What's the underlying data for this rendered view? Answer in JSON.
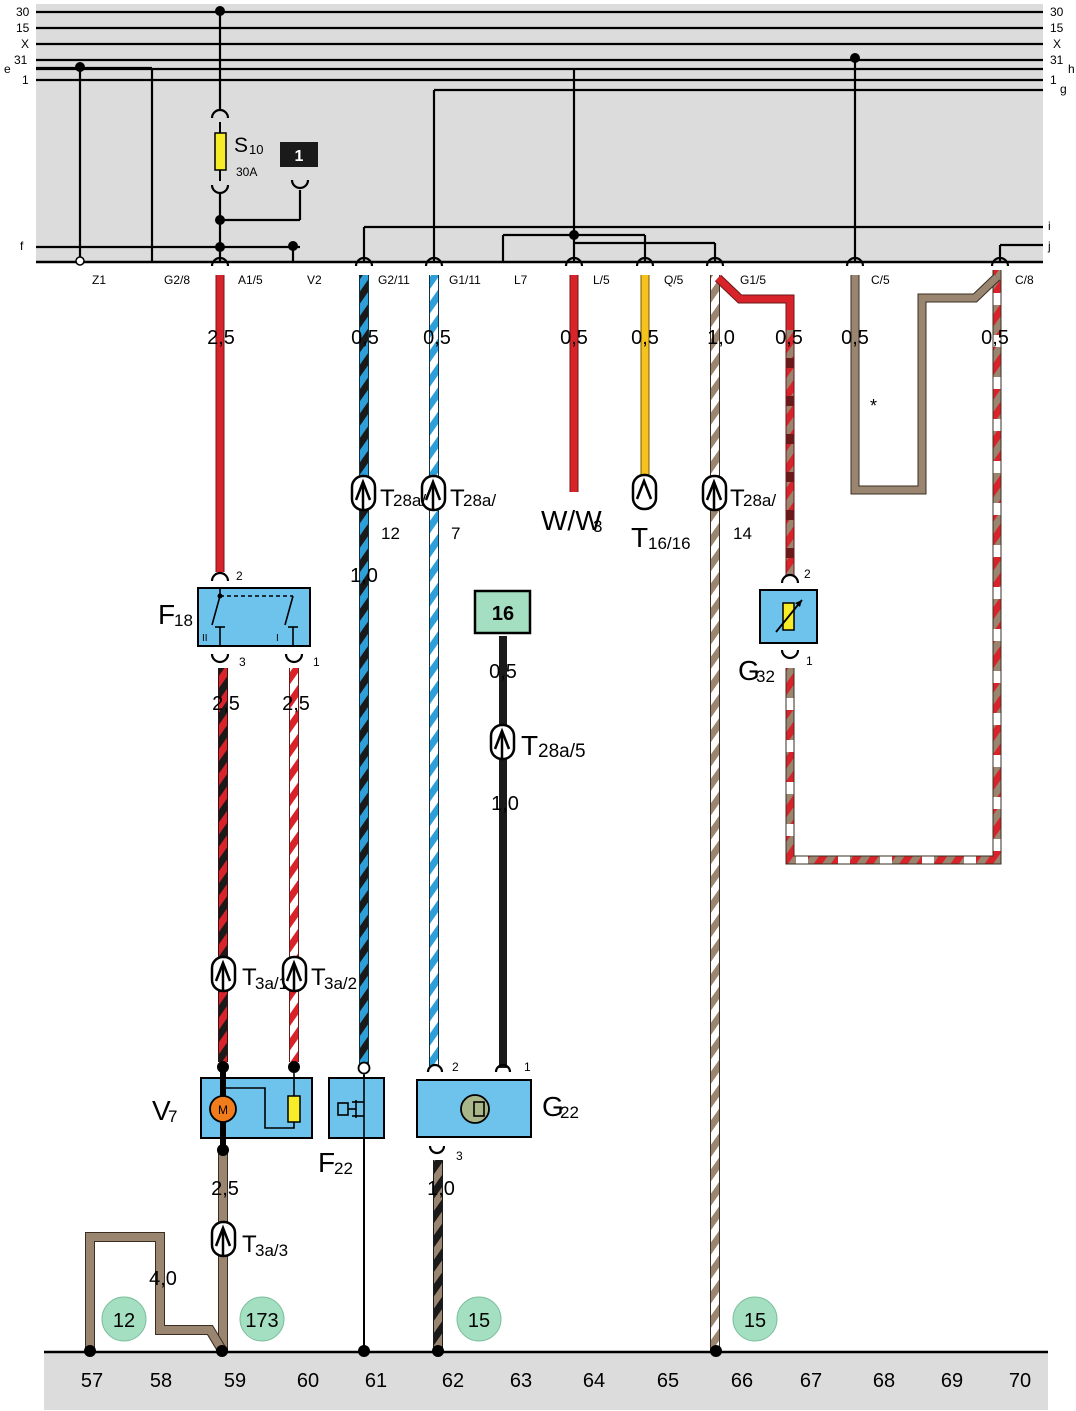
{
  "bus_left": {
    "l30": "30",
    "l15": "15",
    "lX": "X",
    "l31": "31",
    "le": "e",
    "l1": "1",
    "lf": "f"
  },
  "bus_right": {
    "r30": "30",
    "r15": "15",
    "rX": "X",
    "r31": "31",
    "rh": "h",
    "r1": "1",
    "rg": "g",
    "ri": "i",
    "rj": "j"
  },
  "connectors": [
    "Z1",
    "G2/8",
    "A1/5",
    "V2",
    "G2/11",
    "G1/11",
    "L7",
    "L/5",
    "Q/5",
    "G1/5",
    "C/5",
    "C/8"
  ],
  "fuse": {
    "name": "S10",
    "name_main": "S",
    "name_sub": "10",
    "rating": "30A"
  },
  "ref_box_1": "1",
  "ref_box_16": "16",
  "wire_sizes": {
    "a15": "2,5",
    "g211": "0,5",
    "g111": "0,5",
    "l5": "0,5",
    "q5": "0,5",
    "g15": "1,0",
    "g15b": "0,5",
    "c5": "0,5",
    "c8": "0,5",
    "g211_lower": "1,0",
    "g22_top": "0,5",
    "g22_mid": "1,0",
    "f18_3": "2,5",
    "f18_1": "2,5",
    "v7_low": "2,5",
    "g22_low": "1,0",
    "ground": "4,0"
  },
  "plugs": {
    "t28a12": {
      "main": "T",
      "sub": "28a/",
      "num": "12"
    },
    "t28a7": {
      "main": "T",
      "sub": "28a/",
      "num": "7"
    },
    "t28a14": {
      "main": "T",
      "sub": "28a/",
      "num": "14"
    },
    "t28a5": {
      "main": "T",
      "sub": "28a/5"
    },
    "t1616": {
      "main": "T",
      "sub": "16/16"
    },
    "t3a1": {
      "main": "T",
      "sub": "3a/1"
    },
    "t3a2": {
      "main": "T",
      "sub": "3a/2"
    },
    "t3a3": {
      "main": "T",
      "sub": "3a/3"
    },
    "ww3": {
      "main": "W/W",
      "sub": "3"
    }
  },
  "components": {
    "f18": {
      "main": "F",
      "sub": "18",
      "pin_top": "2",
      "pin_l": "3",
      "pin_r": "1",
      "sw_l": "II",
      "sw_r": "I"
    },
    "g32": {
      "main": "G",
      "sub": "32",
      "pin_top": "2",
      "pin_bot": "1"
    },
    "v7": {
      "main": "V",
      "sub": "7",
      "motor": "M"
    },
    "f22": {
      "main": "F",
      "sub": "22"
    },
    "g22": {
      "main": "G",
      "sub": "22",
      "pin2": "2",
      "pin1": "1",
      "pin3": "3"
    }
  },
  "asterisk": "*",
  "ground_refs": [
    "12",
    "173",
    "15",
    "15"
  ],
  "tracks": [
    "57",
    "58",
    "59",
    "60",
    "61",
    "62",
    "63",
    "64",
    "65",
    "66",
    "67",
    "68",
    "69",
    "70"
  ],
  "colors": {
    "red": "#d9232a",
    "black": "#1a1a1a",
    "blue": "#2e9fd8",
    "white": "#ffffff",
    "yellow": "#f5c31c",
    "brown": "#9a8570",
    "panel": "#dcdcdc",
    "component": "#6dc3ec",
    "ref_green": "#a5dfc2",
    "fuse_yellow": "#f7ec28"
  }
}
